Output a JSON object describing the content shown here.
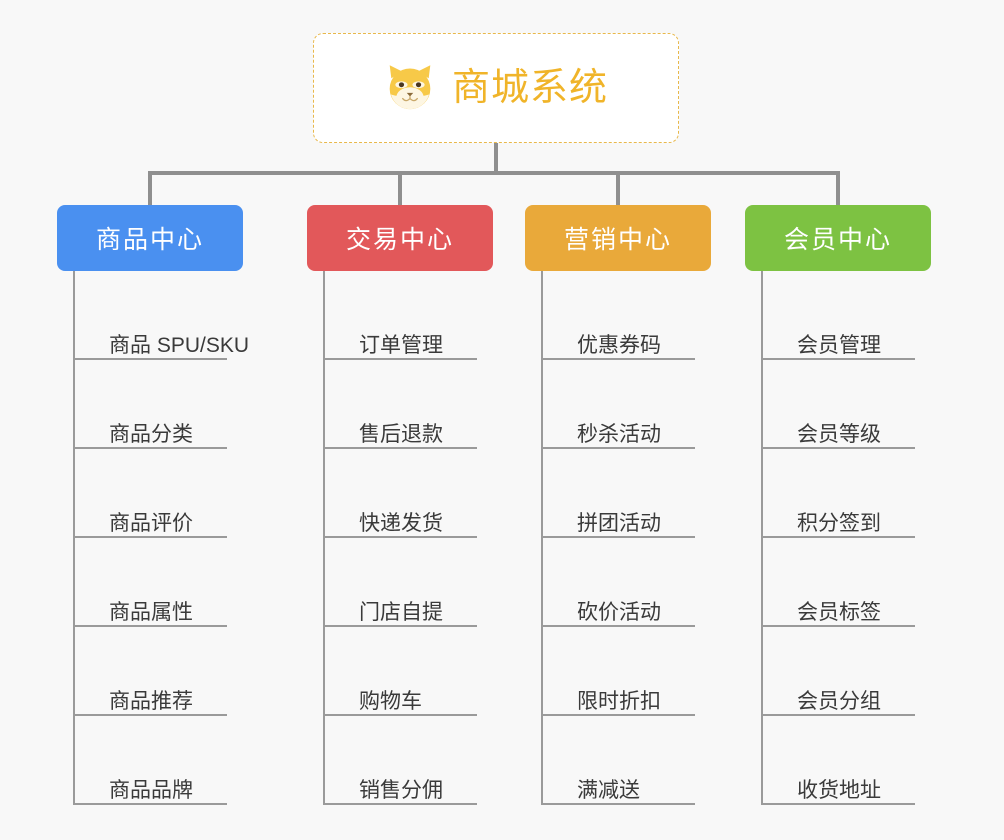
{
  "root": {
    "title": "商城系统",
    "icon": "shiba-dog-icon",
    "accent_color": "#f0b429",
    "border_color": "#e8b84b",
    "background": "#ffffff"
  },
  "canvas": {
    "background": "#f8f8f8",
    "connector_color": "#8f8f8f"
  },
  "columns": [
    {
      "label": "商品中心",
      "color": "#4a90f0",
      "items": [
        {
          "label": "商品 SPU/SKU"
        },
        {
          "label": "商品分类"
        },
        {
          "label": "商品评价"
        },
        {
          "label": "商品属性"
        },
        {
          "label": "商品推荐"
        },
        {
          "label": "商品品牌"
        }
      ]
    },
    {
      "label": "交易中心",
      "color": "#e2585a",
      "items": [
        {
          "label": "订单管理"
        },
        {
          "label": "售后退款"
        },
        {
          "label": "快递发货"
        },
        {
          "label": "门店自提"
        },
        {
          "label": "购物车"
        },
        {
          "label": "销售分佣"
        }
      ]
    },
    {
      "label": "营销中心",
      "color": "#e9a93a",
      "items": [
        {
          "label": "优惠券码"
        },
        {
          "label": "秒杀活动"
        },
        {
          "label": "拼团活动"
        },
        {
          "label": "砍价活动"
        },
        {
          "label": "限时折扣"
        },
        {
          "label": "满减送"
        }
      ]
    },
    {
      "label": "会员中心",
      "color": "#7dc242",
      "items": [
        {
          "label": "会员管理"
        },
        {
          "label": "会员等级"
        },
        {
          "label": "积分签到"
        },
        {
          "label": "会员标签"
        },
        {
          "label": "会员分组"
        },
        {
          "label": "收货地址"
        }
      ]
    }
  ]
}
